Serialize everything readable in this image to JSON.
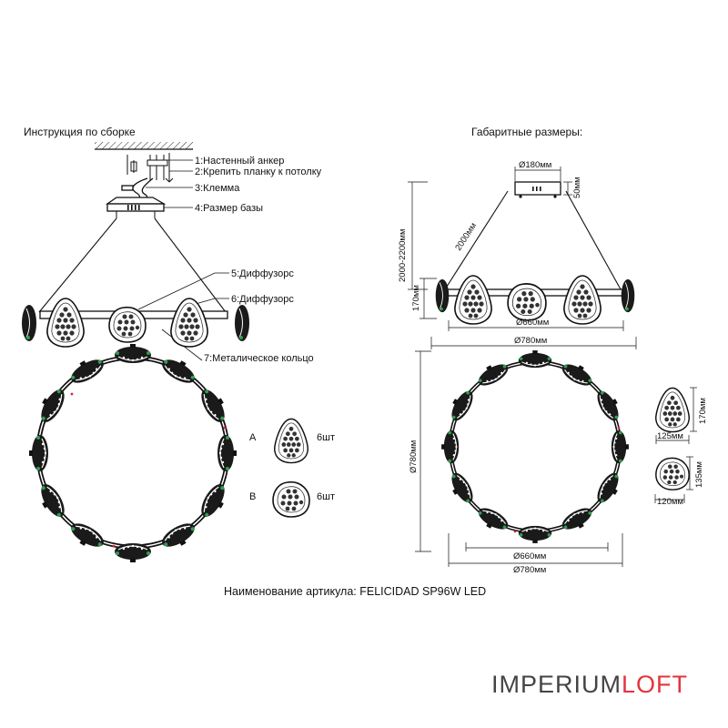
{
  "left_title": "Инструкция по сборке",
  "right_title": "Габаритные размеры:",
  "callouts": {
    "c1": "1:Настенный анкер",
    "c2": "2:Крепить планку к потолку",
    "c3": "3:Клемма",
    "c4": "4:Размер базы",
    "c5": "5:Диффузорс",
    "c6": "6:Диффузорс",
    "c7": "7:Металическое кольцо"
  },
  "diffusers": {
    "a_letter": "A",
    "a_qty": "6шт",
    "b_letter": "B",
    "b_qty": "6шт"
  },
  "dimensions": {
    "base_diameter": "Ø180мм",
    "base_height": "50мм",
    "cable_length": "2000мм",
    "total_height": "2000-2200мм",
    "side_height": "170мм",
    "inner_ring_side": "Ø660мм",
    "outer_ring_side": "Ø780мм",
    "plan_height": "Ø780мм",
    "inner_ring_plan": "Ø660мм",
    "outer_ring_plan": "Ø780мм",
    "diffuser_a_height": "170мм",
    "diffuser_a_width": "125мм",
    "diffuser_b_height": "135мм",
    "diffuser_b_width": "120мм"
  },
  "article_name": "Наименование артикула: FELICIDAD SP96W LED",
  "brand": {
    "part1": "IMPERIUM",
    "part2": "LOFT",
    "color1": "#444444",
    "color2": "#e5333b"
  }
}
